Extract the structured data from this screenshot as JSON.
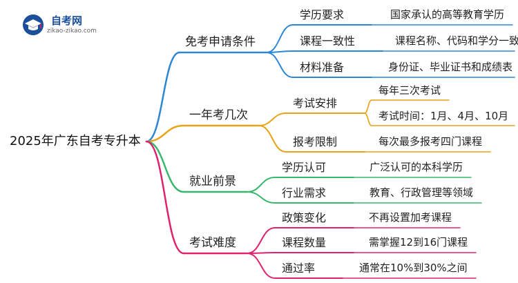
{
  "logo": {
    "title": "自考网",
    "url": "zikao-zikao.com",
    "icon": "graduation-cap-icon",
    "color": "#1b4f9c"
  },
  "root": {
    "label": "2025年广东自考专升本"
  },
  "branches": [
    {
      "label": "免考申请条件",
      "color": "#2b86d6",
      "children": [
        {
          "label": "学历要求",
          "children": [
            {
              "label": "国家承认的高等教育学历"
            }
          ]
        },
        {
          "label": "课程一致性",
          "children": [
            {
              "label": "课程名称、代码和学分一致"
            }
          ]
        },
        {
          "label": "材料准备",
          "children": [
            {
              "label": "身份证、毕业证书和成绩表"
            }
          ]
        }
      ]
    },
    {
      "label": "一年考几次",
      "color": "#e8a317",
      "children": [
        {
          "label": "考试安排",
          "children": [
            {
              "label": "每年三次考试"
            },
            {
              "label": "考试时间：1月、4月、10月"
            }
          ]
        },
        {
          "label": "报考限制",
          "children": [
            {
              "label": "每次最多报考四门课程"
            }
          ]
        }
      ]
    },
    {
      "label": "就业前景",
      "color": "#35b86b",
      "children": [
        {
          "label": "学历认可",
          "children": [
            {
              "label": "广泛认可的本科学历"
            }
          ]
        },
        {
          "label": "行业需求",
          "children": [
            {
              "label": "教育、行政管理等领域"
            }
          ]
        }
      ]
    },
    {
      "label": "考试难度",
      "color": "#e0226e",
      "children": [
        {
          "label": "政策变化",
          "children": [
            {
              "label": "不再设置加考课程"
            }
          ]
        },
        {
          "label": "课程数量",
          "children": [
            {
              "label": "需掌握12到16门课程"
            }
          ]
        },
        {
          "label": "通过率",
          "children": [
            {
              "label": "通常在10%到30%之间"
            }
          ]
        }
      ]
    }
  ]
}
